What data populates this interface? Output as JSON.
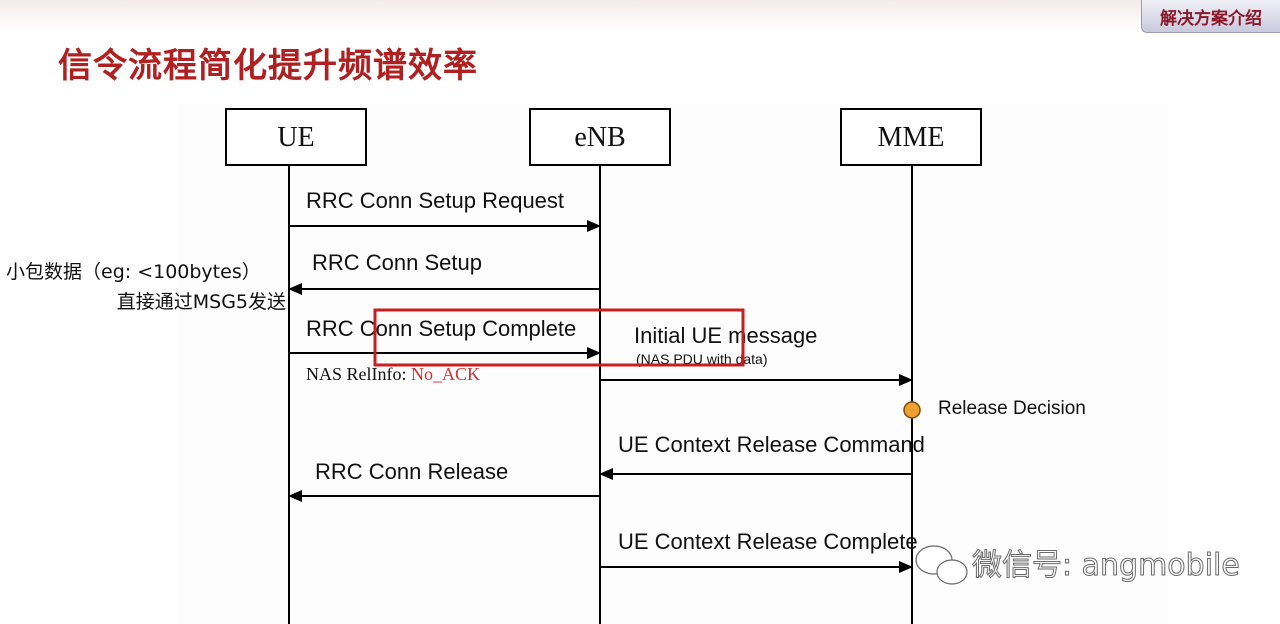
{
  "header": {
    "badge": "解决方案介绍",
    "title": "信令流程简化提升频谱效率"
  },
  "nodes": {
    "ue": "UE",
    "enb": "eNB",
    "mme": "MME"
  },
  "messages": {
    "m1": "RRC Conn Setup Request",
    "m2": "RRC Conn Setup",
    "m3": "RRC Conn Setup Complete",
    "m3_sub_label": "NAS RelInfo:",
    "m3_sub_value": "No_ACK",
    "m4": "Initial UE message",
    "m4_sub": "(NAS PDU with data)",
    "release_decision": "Release Decision",
    "m5": "UE Context Release Command",
    "m6": "RRC Conn Release",
    "m7": "UE Context Release Complete"
  },
  "annotation": {
    "line1": "小包数据（eg: <100bytes）",
    "line2": "直接通过MSG5发送"
  },
  "watermark": {
    "text": "微信号: angmobile"
  },
  "colors": {
    "title_red": "#b02020",
    "highlight_box": "#c81e1e",
    "decision_dot": "#f0a030",
    "no_ack": "#d03030"
  }
}
